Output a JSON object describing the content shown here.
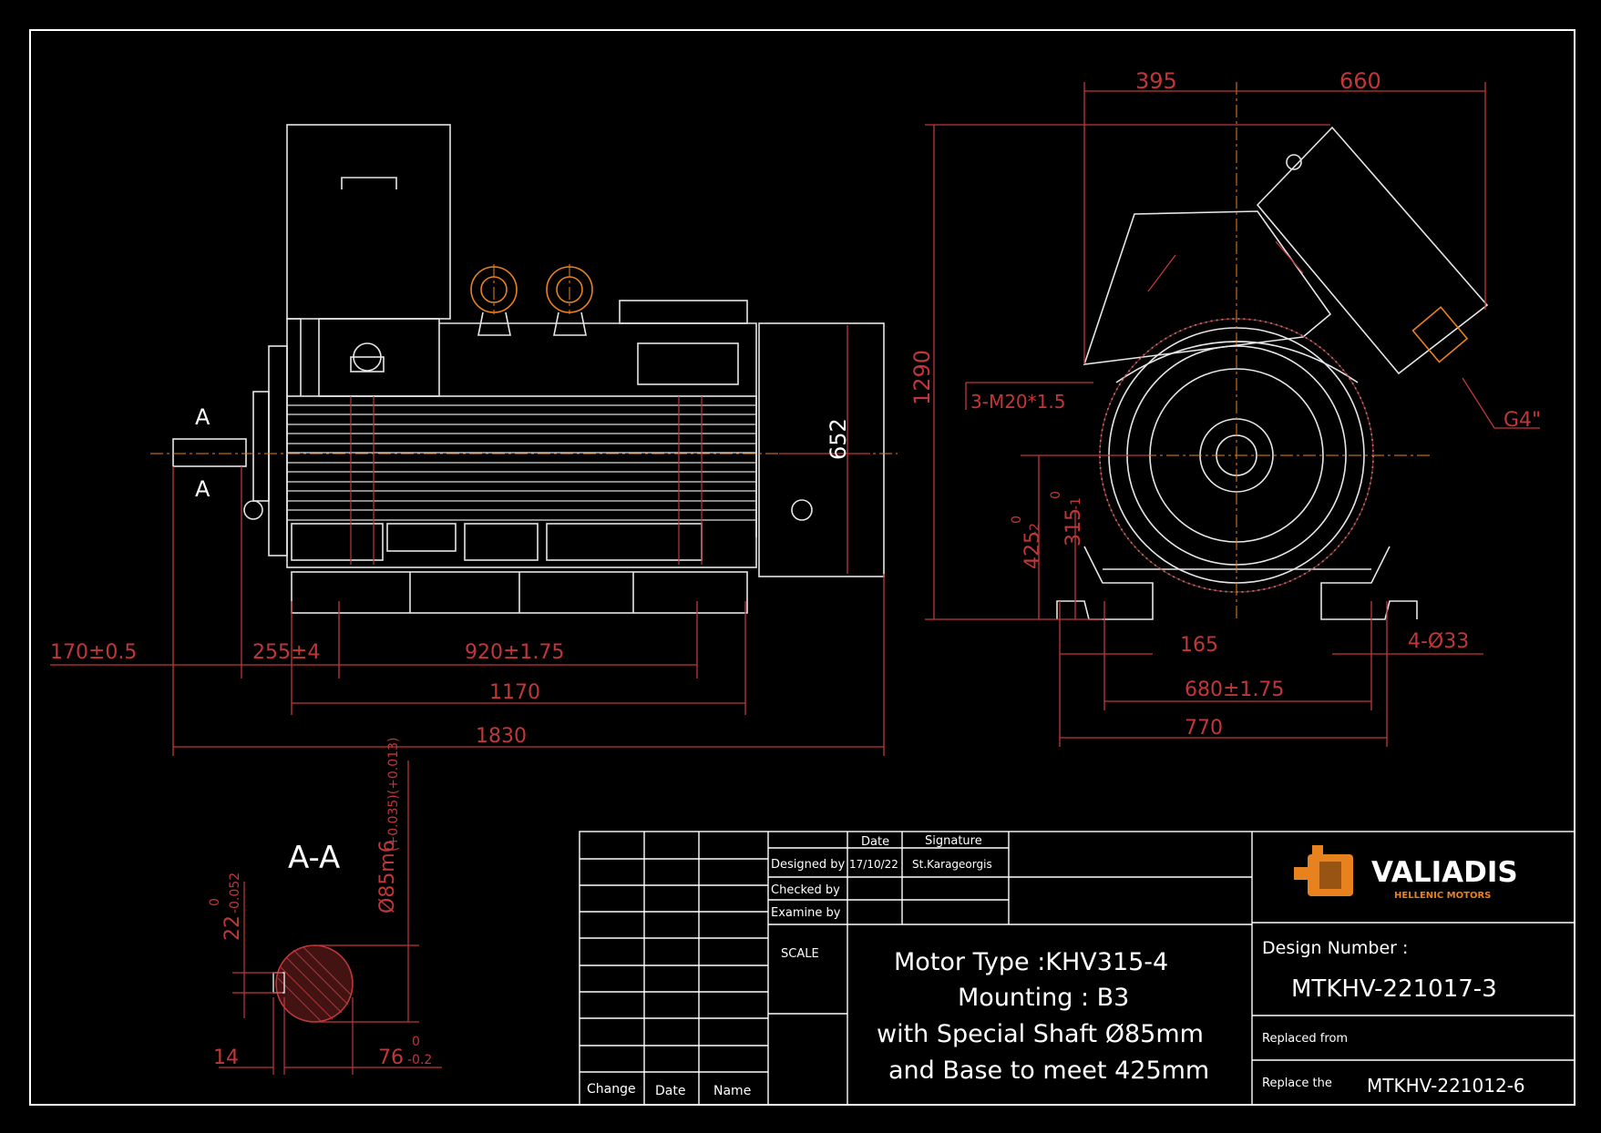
{
  "dimensions": {
    "d395": "395",
    "d660": "660",
    "d1290": "1290",
    "d652": "652",
    "m20": "3-M20*1.5",
    "g4": "G4\"",
    "d425": "425",
    "d425_tol": "-2",
    "d425_tol_upper": "0",
    "d315": "315",
    "d315_tol": "-1",
    "d315_tol_upper": "0",
    "d165": "165",
    "d4holes": "4-Ø33",
    "d680": "680±1.75",
    "d770": "770",
    "d170": "170±0.5",
    "d255": "255±4",
    "d920": "920±1.75",
    "d1170": "1170",
    "d1830": "1830",
    "sectionA": "A",
    "section_title": "A-A",
    "key_width": "22",
    "key_width_tol": "-0.052",
    "key_width_tol_upper": "0",
    "shaft": "Ø85m6",
    "shaft_tol": "(+0.035)(+0.013)",
    "d14": "14",
    "d76": "76",
    "d76_tol": "-0.2",
    "d76_tol_upper": "0"
  },
  "title_block": {
    "date_header": "Date",
    "signature_header": "Signature",
    "designed_by": "Designed by",
    "designed_date": "17/10/22",
    "designed_sig": "St.Karageorgis",
    "checked_by": "Checked by",
    "examine_by": "Examine by",
    "scale": "SCALE",
    "change": "Change",
    "date": "Date",
    "name": "Name",
    "desc_line1": "Motor Type :KHV315-4",
    "desc_line2": "Mounting : B3",
    "desc_line3": "with Special Shaft Ø85mm",
    "desc_line4": "and Base to meet 425mm",
    "design_number_label": "Design Number :",
    "design_number": "MTKHV-221017-3",
    "replaced_from": "Replaced  from",
    "replace_the": "Replace the",
    "replace_the_value": "MTKHV-221012-6"
  },
  "brand": {
    "name": "VALIADIS",
    "subtitle": "HELLENIC MOTORS"
  },
  "colors": {
    "background": "#000000",
    "dimension": "#c0373a",
    "outline": "#ffffff",
    "accent": "#e8821e"
  }
}
